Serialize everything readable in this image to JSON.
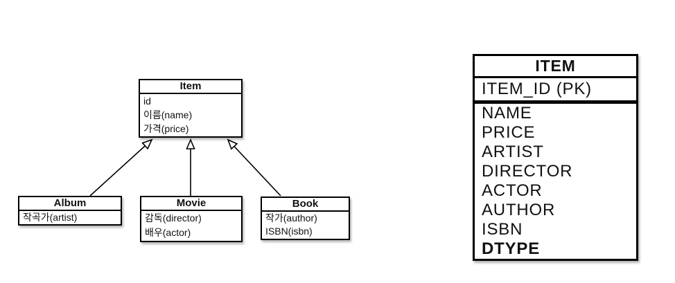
{
  "colors": {
    "ink": "#111111",
    "line": "#000000",
    "background": "#ffffff"
  },
  "uml_diagram": {
    "classes": [
      {
        "name": "Item",
        "attributes": [
          "id",
          "이름(name)",
          "가격(price)"
        ]
      },
      {
        "name": "Album",
        "attributes": [
          "작곡가(artist)"
        ]
      },
      {
        "name": "Movie",
        "attributes": [
          "감독(director)",
          "배우(actor)"
        ]
      },
      {
        "name": "Book",
        "attributes": [
          "작가(author)",
          "ISBN(isbn)"
        ]
      }
    ]
  },
  "er_table": {
    "title": "ITEM",
    "primary_key": "ITEM_ID (PK)",
    "columns": [
      "NAME",
      "PRICE",
      "ARTIST",
      "DIRECTOR",
      "ACTOR",
      "AUTHOR",
      "ISBN",
      "DTYPE"
    ]
  }
}
